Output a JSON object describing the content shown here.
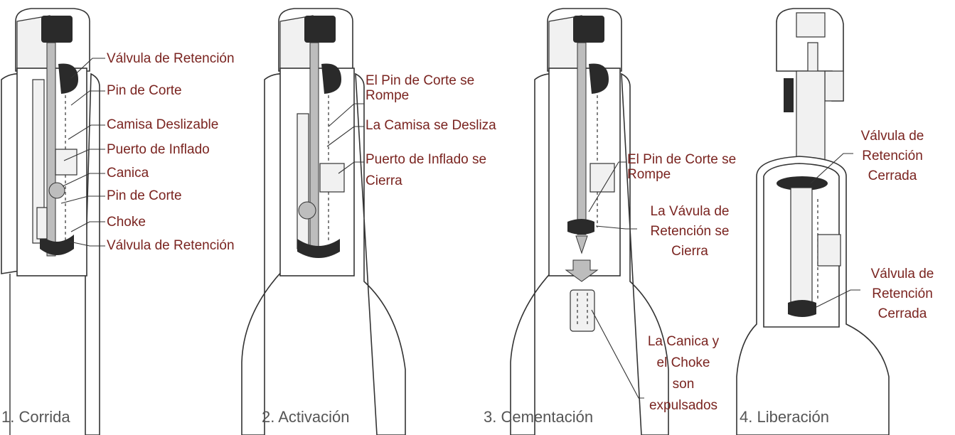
{
  "stages": [
    {
      "caption": "1. Corrida",
      "labels": [
        "Válvula de Retención",
        "Pin de Corte",
        "Camisa Deslizable",
        "Puerto de Inflado",
        "Canica",
        "Pin de Corte",
        "Choke",
        "Válvula de Retención"
      ]
    },
    {
      "caption": "2. Activación",
      "labels": [
        "El Pin de Corte se Rompe",
        "La Camisa se Desliza",
        "Puerto de Inflado se Cierra"
      ]
    },
    {
      "caption": "3. Cementación",
      "labels": [
        "El Pin de Corte se Rompe",
        "La Vávula de Retención se Cierra",
        "La Canica y el Choke son expulsados"
      ]
    },
    {
      "caption": "4. Liberación",
      "labels": [
        "Válvula de Retención Cerrada",
        "Válvula de Retención Cerrada"
      ]
    }
  ],
  "colors": {
    "label": "#7a2420",
    "caption": "#555555"
  }
}
